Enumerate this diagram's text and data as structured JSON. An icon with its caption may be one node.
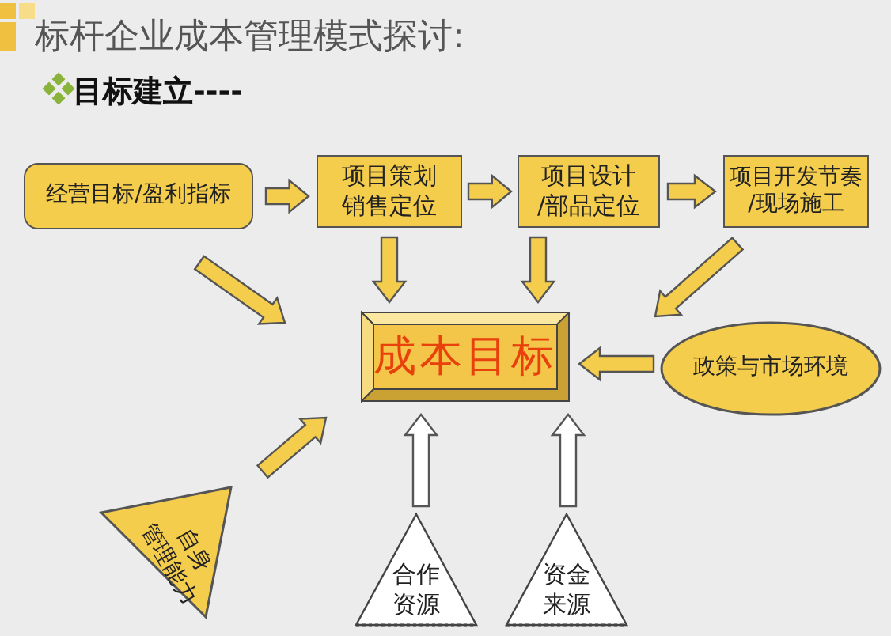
{
  "diagram": {
    "title": "标杆企业成本管理模式探讨:",
    "nodes": [
      {
        "text": [
          "经营目标/盈利指标"
        ]
      },
      {
        "text": [
          "项目策划销售定位"
        ]
      },
      {
        "text": [
          "项目设计/部品定位"
        ]
      },
      {
        "text": [
          "项目开发节奏/现场施工"
        ]
      },
      {
        "text": [
          "成本目标"
        ]
      },
      {
        "text": [
          "政策与市场环境"
        ]
      },
      {
        "text": [
          "自身管理能力"
        ]
      },
      {
        "text": [
          "合作资源"
        ]
      },
      {
        "text": [
          "资金来源"
        ]
      }
    ],
    "edges": [
      {
        "from": 0,
        "to": 1,
        "arrow": "to"
      },
      {
        "from": 1,
        "to": 2,
        "arrow": "to"
      },
      {
        "from": 2,
        "to": 3,
        "arrow": "to"
      },
      {
        "from": 0,
        "to": 4,
        "arrow": "to"
      },
      {
        "from": 1,
        "to": 4,
        "arrow": "to"
      },
      {
        "from": 2,
        "to": 4,
        "arrow": "to"
      },
      {
        "from": 3,
        "to": 4,
        "arrow": "to"
      },
      {
        "from": 5,
        "to": 4,
        "arrow": "to"
      },
      {
        "from": 6,
        "to": 4,
        "arrow": "to"
      },
      {
        "from": 7,
        "to": 4,
        "arrow": "to",
        "color": "#ffffff"
      },
      {
        "from": 8,
        "to": 4,
        "arrow": "to",
        "color": "#ffffff"
      }
    ],
    "labels": [
      "目标建立----"
    ]
  }
}
